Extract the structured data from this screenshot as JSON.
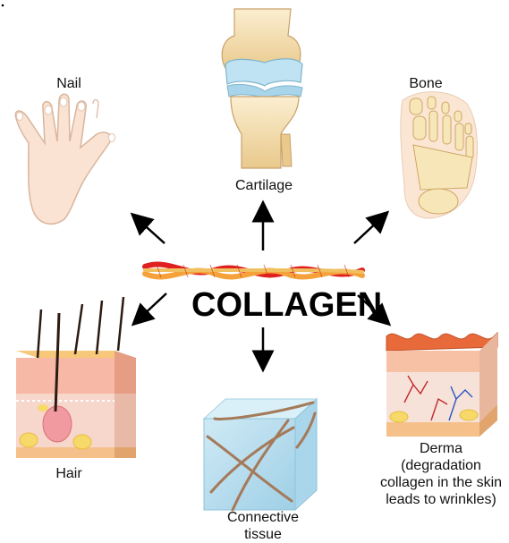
{
  "center": {
    "title": "COLLAGEN"
  },
  "nodes": [
    {
      "id": "nail",
      "label": "Nail",
      "icon": "hand-icon"
    },
    {
      "id": "cartilage",
      "label": "Cartilage",
      "icon": "knee-joint-icon"
    },
    {
      "id": "bone",
      "label": "Bone",
      "icon": "foot-bones-icon"
    },
    {
      "id": "hair",
      "label": "Hair",
      "icon": "hair-follicle-icon"
    },
    {
      "id": "connective",
      "label_lines": [
        "Connective",
        "tissue"
      ],
      "icon": "connective-tissue-cube-icon"
    },
    {
      "id": "derma",
      "label_lines": [
        "Derma",
        "(degradation",
        "collagen in the skin",
        "leads to wrinkles)"
      ],
      "icon": "skin-layers-icon"
    }
  ],
  "colors": {
    "skin": "#f7dcc8",
    "collagen_red": "#e02020",
    "collagen_orange": "#f5a23a",
    "cartilage_blue": "#bfe3f2",
    "bone": "#f3ddb0",
    "arrow": "#000000"
  }
}
